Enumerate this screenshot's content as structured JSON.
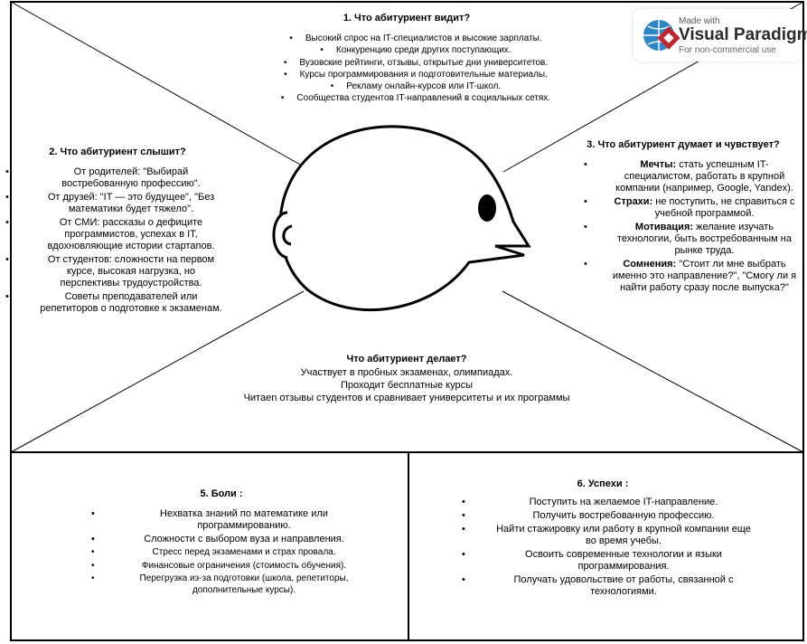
{
  "watermark": {
    "made_with": "Made with",
    "brand": "Visual Paradigm",
    "note": "For non-commercial use",
    "brand_color": "#2b2b2b",
    "accent_color": "#c0272d",
    "globe_color": "#2f86c6"
  },
  "sees": {
    "title": "1. Что абитуриент видит?",
    "items": [
      "Высокий спрос на IT-специалистов и высокие зарплаты.",
      "Конкуренцию среди других поступающих.",
      "Вузовские рейтинги, отзывы, открытые дни университетов.",
      "Курсы программирования и подготовительные материалы.",
      "Рекламу онлайн-курсов или IT-школ.",
      "Сообщества студентов IT-направлений в социальных сетях."
    ]
  },
  "hears": {
    "title": "2. Что абитуриент слышит?",
    "items": [
      "От родителей: \"Выбирай востребованную профессию\".",
      "От друзей: \"IT — это будущее\", \"Без математики будет тяжело\".",
      "От СМИ: рассказы о дефиците программистов, успехах в IT, вдохновляющие истории стартапов.",
      "От студентов: сложности на первом курсе, высокая нагрузка, но перспективы трудоустройства.",
      "Советы преподавателей или репетиторов о подготовке к экзаменам."
    ]
  },
  "thinks": {
    "title": "3. Что абитуриент думает и чувствует?",
    "items": [
      {
        "label": "Мечты:",
        "text": " стать успешным IT-специалистом, работать в крупной компании (например, Google, Yandex)."
      },
      {
        "label": "Страхи:",
        "text": " не поступить, не справиться с учебной программой."
      },
      {
        "label": "Мотивация:",
        "text": " желание изучать технологии, быть востребованным на рынке труда."
      },
      {
        "label": "Сомнения:",
        "text": " \"Стоит ли мне выбрать именно это направление?\", \"Смогу ли я найти работу сразу после выпуска?\""
      }
    ]
  },
  "does": {
    "title": "Что абитуриент делает?",
    "lines": [
      "Участвует в пробных экзаменах, олимпиадах.",
      "Проходит бесплатные курсы",
      "Читаеn отзывы студентов и сравнивает университеты и их программы"
    ]
  },
  "pains": {
    "title": "5. Боли :",
    "items": [
      "Нехватка знаний по математике или программированию.",
      "Сложности с выбором вуза и направления.",
      "Стресс перед экзаменами и страх провала.",
      "Финансовые ограничения (стоимость обучения).",
      "Перегрузка из-за подготовки (школа, репетиторы, дополнительные курсы)."
    ]
  },
  "gains": {
    "title": "6. Успехи :",
    "items": [
      "Поступить на желаемое IT-направление.",
      "Получить востребованную профессию.",
      "Найти стажировку или работу в крупной компании еще во время учебы.",
      "Освоить современные технологии и языки программирования.",
      "Получать удовольствие от работы, связанной с технологиями."
    ]
  }
}
